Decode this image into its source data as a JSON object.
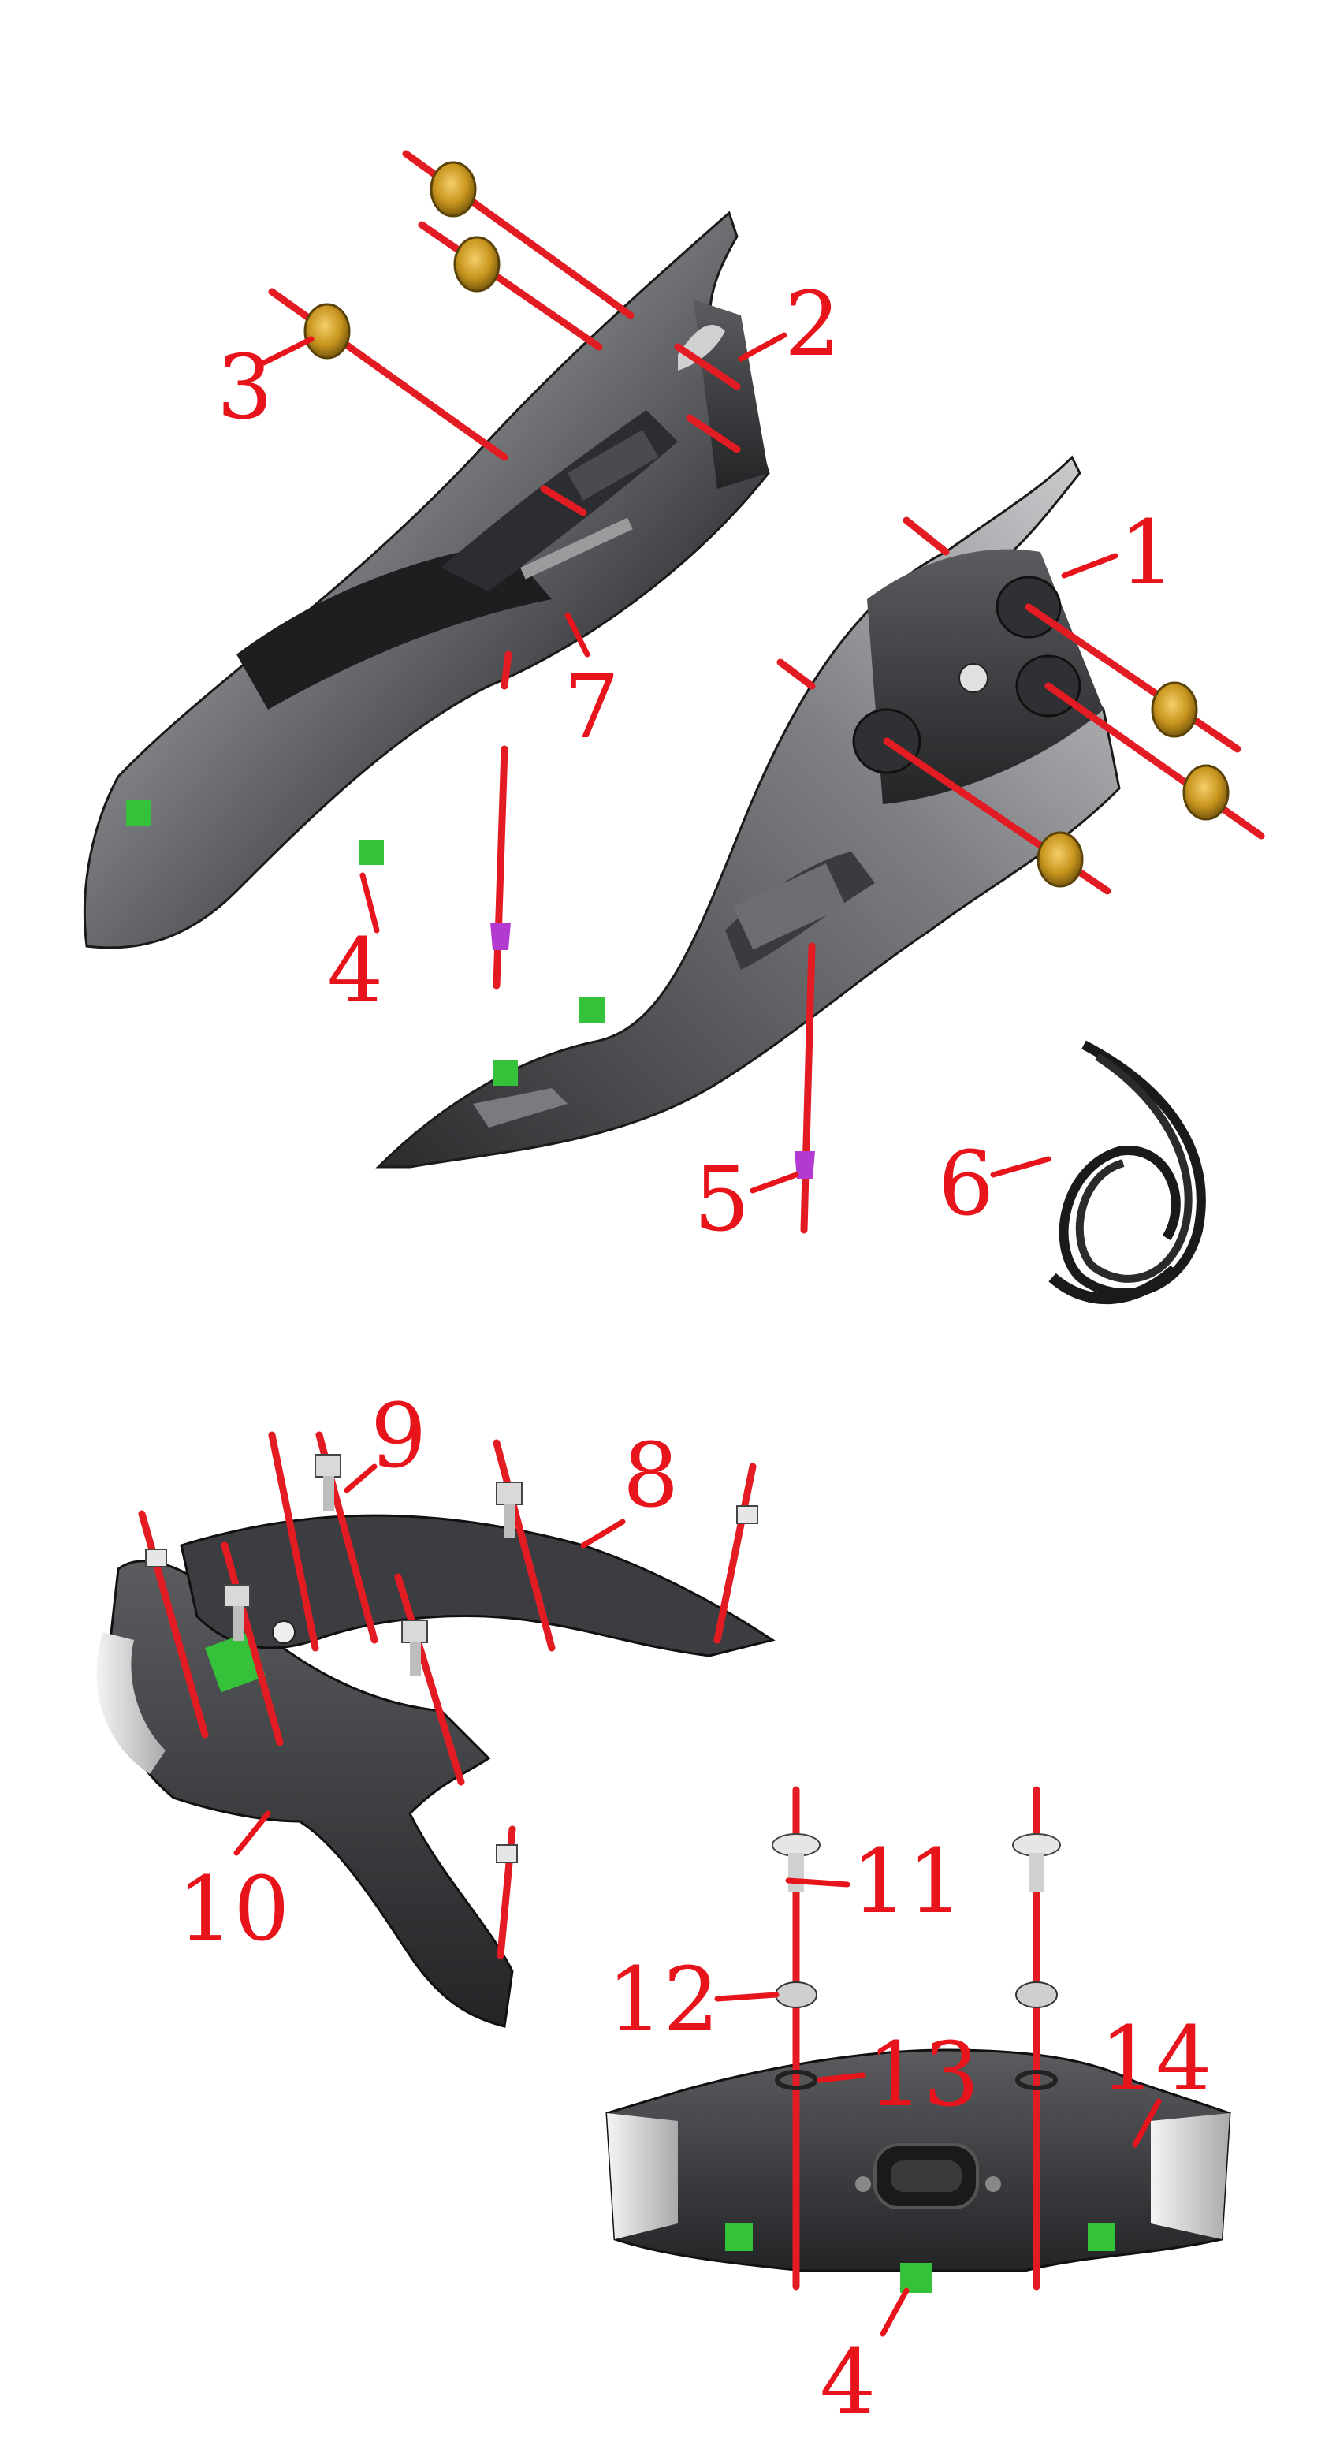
{
  "diagram": {
    "callouts": [
      {
        "id": "c1",
        "label": "1"
      },
      {
        "id": "c2",
        "label": "2"
      },
      {
        "id": "c3",
        "label": "3"
      },
      {
        "id": "c4a",
        "label": "4"
      },
      {
        "id": "c5",
        "label": "5"
      },
      {
        "id": "c6",
        "label": "6"
      },
      {
        "id": "c7",
        "label": "7"
      },
      {
        "id": "c8",
        "label": "8"
      },
      {
        "id": "c9",
        "label": "9"
      },
      {
        "id": "c10",
        "label": "10"
      },
      {
        "id": "c11",
        "label": "11"
      },
      {
        "id": "c12",
        "label": "12"
      },
      {
        "id": "c13",
        "label": "13"
      },
      {
        "id": "c14",
        "label": "14"
      },
      {
        "id": "c4b",
        "label": "4"
      }
    ],
    "colors": {
      "callout": "#e8141b",
      "axis": "#e31b23",
      "grommet": "#c9951e",
      "clip": "#35c23a",
      "rivet": "#b23ad0",
      "panel": "#6b6d70"
    }
  }
}
